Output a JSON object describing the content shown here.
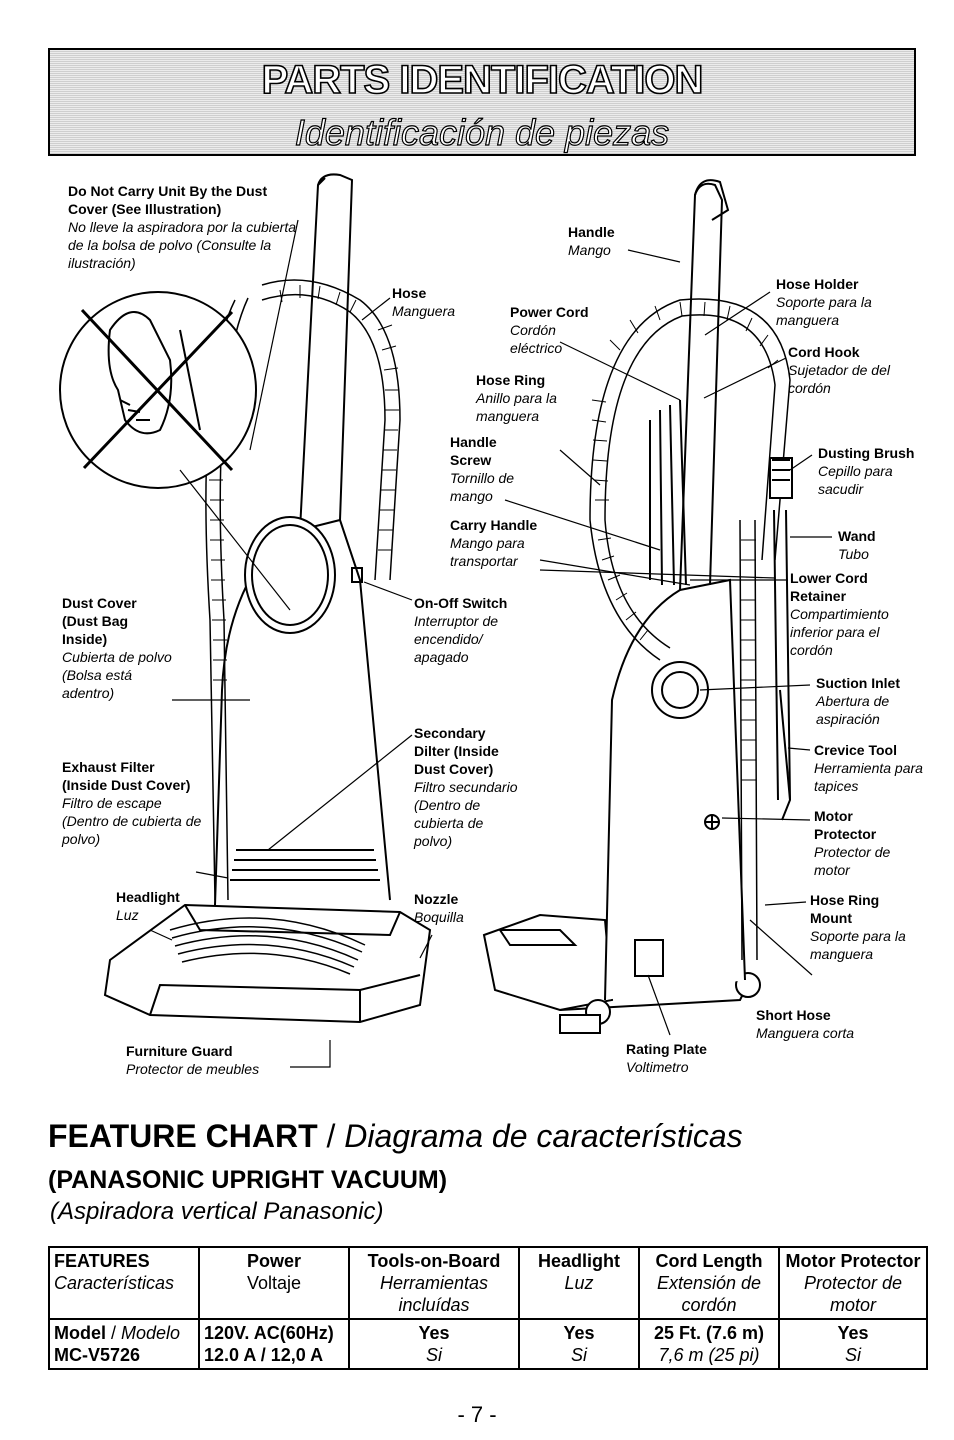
{
  "header": {
    "title": "PARTS IDENTIFICATION",
    "subtitle": "Identificación de piezas"
  },
  "labels": {
    "do_not_carry": {
      "en": "Do Not Carry Unit By the Dust Cover (See Illustration)",
      "es": "No lleve la aspiradora por la cubierta de la bolsa de polvo (Consulte la ilustración)"
    },
    "hose": {
      "en": "Hose",
      "es": "Manguera"
    },
    "dust_cover": {
      "en": "Dust Cover (Dust Bag Inside)",
      "es": "Cubierta de polvo (Bolsa está adentro)"
    },
    "on_off": {
      "en": "On-Off Switch",
      "es": "Interruptor de encendido/ apagado"
    },
    "exhaust": {
      "en": "Exhaust Filter (Inside Dust Cover)",
      "es": "Filtro de escape (Dentro de cubierta de polvo)"
    },
    "secondary": {
      "en": "Secondary Dilter (Inside Dust Cover)",
      "es": "Filtro secundario (Dentro de cubierta de polvo)"
    },
    "headlight": {
      "en": "Headlight",
      "es": "Luz"
    },
    "nozzle": {
      "en": "Nozzle",
      "es": "Boquilla"
    },
    "furniture_guard": {
      "en": "Furniture Guard",
      "es": "Protector de meubles"
    },
    "handle": {
      "en": "Handle",
      "es": "Mango"
    },
    "power_cord": {
      "en": "Power Cord",
      "es": "Cordón eléctrico"
    },
    "hose_ring": {
      "en": "Hose Ring",
      "es": "Anillo para la manguera"
    },
    "handle_screw": {
      "en": "Handle Screw",
      "es": "Tornillo de mango"
    },
    "carry_handle": {
      "en": "Carry Handle",
      "es": "Mango para transportar"
    },
    "hose_holder": {
      "en": "Hose Holder",
      "es": "Soporte para la manguera"
    },
    "cord_hook": {
      "en": "Cord Hook",
      "es": "Sujetador de del cordón"
    },
    "dusting_brush": {
      "en": "Dusting Brush",
      "es": "Cepillo para sacudir"
    },
    "wand": {
      "en": "Wand",
      "es": "Tubo"
    },
    "lower_cord": {
      "en": "Lower Cord Retainer",
      "es": "Compartimiento inferior para el cordón"
    },
    "suction_inlet": {
      "en": "Suction Inlet",
      "es": "Abertura de aspiración"
    },
    "crevice_tool": {
      "en": "Crevice Tool",
      "es": "Herramienta para tapices"
    },
    "motor_protector": {
      "en": "Motor Protector",
      "es": "Protector de motor"
    },
    "hose_ring_mount": {
      "en": "Hose Ring Mount",
      "es": "Soporte para la manguera"
    },
    "short_hose": {
      "en": "Short Hose",
      "es": "Manguera corta"
    },
    "rating_plate": {
      "en": "Rating Plate",
      "es": "Voltimetro"
    }
  },
  "feature_chart": {
    "title_en": "FEATURE CHART",
    "title_sep": " / ",
    "title_es": "Diagrama de características",
    "subtitle_en": "(PANASONIC UPRIGHT VACUUM)",
    "subtitle_es": "(Aspiradora vertical Panasonic)",
    "headers": [
      {
        "en": "FEATURES",
        "es": "Características"
      },
      {
        "en": "Power",
        "es": "Voltaje"
      },
      {
        "en": "Tools-on-Board",
        "es": "Herramientas incluídas"
      },
      {
        "en": "Headlight",
        "es": "Luz"
      },
      {
        "en": "Cord Length",
        "es": "Extensión de cordón"
      },
      {
        "en": "Motor Protector",
        "es": "Protector de motor"
      }
    ],
    "row": {
      "model_en": "Model",
      "model_es": "Modelo",
      "model_sep": " / ",
      "model_number": "MC-V5726",
      "power_line1": "120V. AC(60Hz)",
      "power_line2": "12.0 A / 12,0 A",
      "tools_en": "Yes",
      "tools_es": "Si",
      "headlight_en": "Yes",
      "headlight_es": "Si",
      "cord_en": "25 Ft. (7.6 m)",
      "cord_es": "7,6 m (25 pi)",
      "motor_en": "Yes",
      "motor_es": "Si"
    }
  },
  "page_number": "- 7 -"
}
